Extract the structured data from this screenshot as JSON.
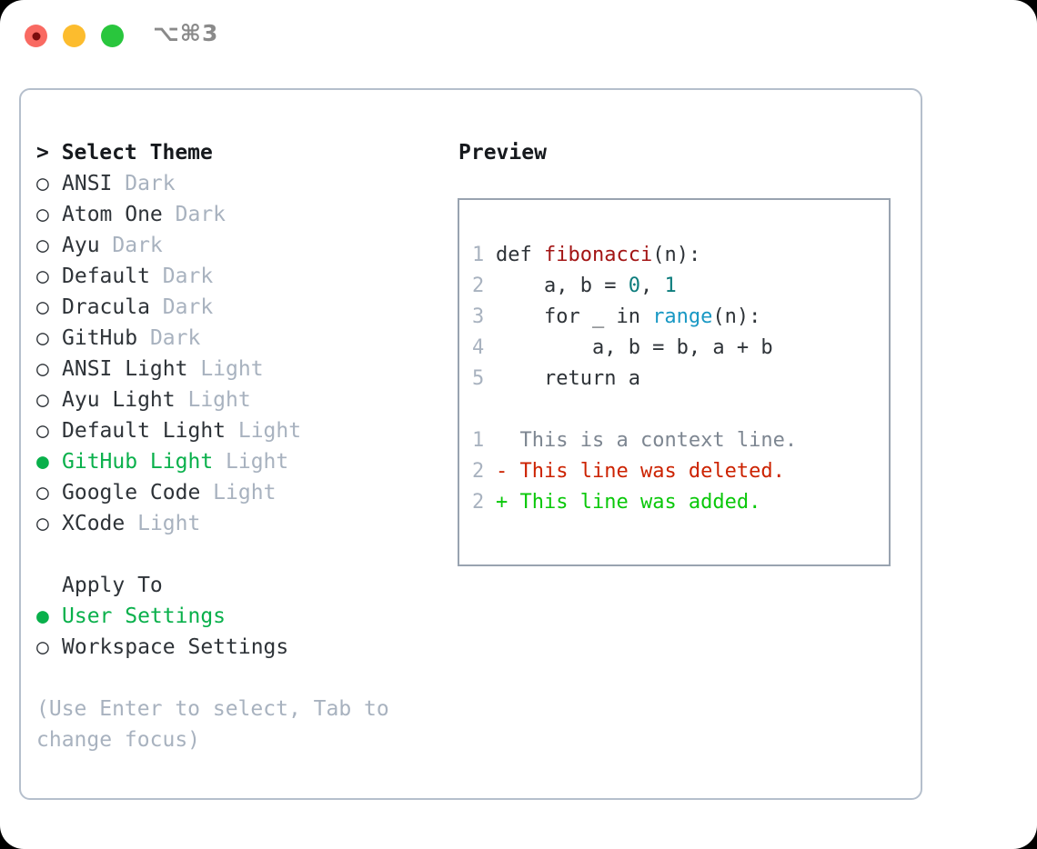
{
  "window": {
    "title": "⌥⌘3",
    "traffic_lights": [
      {
        "name": "close",
        "color": "#f96a62"
      },
      {
        "name": "minimize",
        "color": "#fcbc2e"
      },
      {
        "name": "maximize",
        "color": "#29c63d"
      }
    ]
  },
  "theme_picker": {
    "heading": "> Select Theme",
    "marker_selected": "●",
    "marker_unselected": "○",
    "items": [
      {
        "label": "ANSI",
        "tag": "Dark",
        "selected": false
      },
      {
        "label": "Atom One",
        "tag": "Dark",
        "selected": false
      },
      {
        "label": "Ayu",
        "tag": "Dark",
        "selected": false
      },
      {
        "label": "Default",
        "tag": "Dark",
        "selected": false
      },
      {
        "label": "Dracula",
        "tag": "Dark",
        "selected": false
      },
      {
        "label": "GitHub",
        "tag": "Dark",
        "selected": false
      },
      {
        "label": "ANSI Light",
        "tag": "Light",
        "selected": false
      },
      {
        "label": "Ayu Light",
        "tag": "Light",
        "selected": false
      },
      {
        "label": "Default Light",
        "tag": "Light",
        "selected": false
      },
      {
        "label": "GitHub Light",
        "tag": "Light",
        "selected": true
      },
      {
        "label": "Google Code",
        "tag": "Light",
        "selected": false
      },
      {
        "label": "XCode",
        "tag": "Light",
        "selected": false
      }
    ]
  },
  "apply_to": {
    "heading": "Apply To",
    "items": [
      {
        "label": "User Settings",
        "selected": true
      },
      {
        "label": "Workspace Settings",
        "selected": false
      }
    ]
  },
  "hint": "(Use Enter to select, Tab to change focus)",
  "preview": {
    "title": "Preview",
    "code_lines": [
      {
        "num": "1",
        "segments": [
          {
            "text": "def ",
            "type": "plain"
          },
          {
            "text": "fibonacci",
            "type": "fn"
          },
          {
            "text": "(n):",
            "type": "plain"
          }
        ]
      },
      {
        "num": "2",
        "segments": [
          {
            "text": "    a, b = ",
            "type": "plain"
          },
          {
            "text": "0",
            "type": "num"
          },
          {
            "text": ", ",
            "type": "plain"
          },
          {
            "text": "1",
            "type": "num"
          }
        ]
      },
      {
        "num": "3",
        "segments": [
          {
            "text": "    for _ in ",
            "type": "plain"
          },
          {
            "text": "range",
            "type": "call"
          },
          {
            "text": "(n):",
            "type": "plain"
          }
        ]
      },
      {
        "num": "4",
        "segments": [
          {
            "text": "        a, b = b, a + b",
            "type": "plain"
          }
        ]
      },
      {
        "num": "5",
        "segments": [
          {
            "text": "    return a",
            "type": "plain"
          }
        ]
      }
    ],
    "diff_lines": [
      {
        "num": "1",
        "prefix": "  ",
        "text": "This is a context line.",
        "type": "ctx"
      },
      {
        "num": "2",
        "prefix": "- ",
        "text": "This line was deleted.",
        "type": "del"
      },
      {
        "num": "2",
        "prefix": "+ ",
        "text": "This line was added.",
        "type": "add"
      }
    ]
  },
  "colors": {
    "selected_green": "#09b04b",
    "diff_add_green": "#0ac80a",
    "diff_del_red": "#cc2200",
    "function_red": "#a31515",
    "number_teal": "#0c7c7c",
    "call_blue": "#1898c4",
    "muted_gray": "#a8b2bf",
    "border_gray": "#b5bfcc",
    "preview_border": "#99a3b0"
  }
}
